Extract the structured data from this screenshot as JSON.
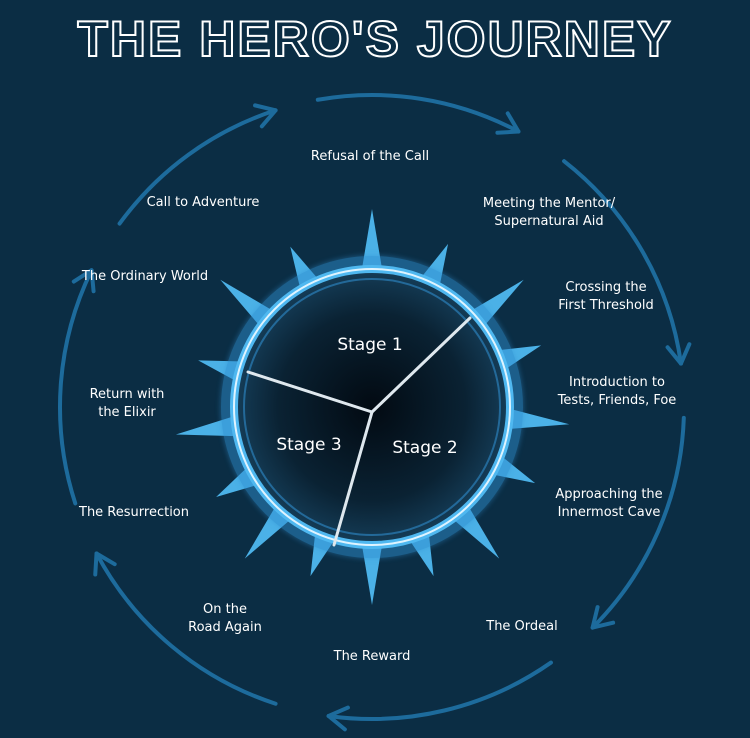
{
  "title": "THE HERO'S JOURNEY",
  "stages": [
    "Stage 1",
    "Stage 2",
    "Stage 3"
  ],
  "steps": [
    "Refusal of the Call",
    "Meeting the Mentor/\nSupernatural Aid",
    "Crossing the\nFirst Threshold",
    "Introduction to\nTests, Friends, Foe",
    "Approaching the\nInnermost Cave",
    "The Ordeal",
    "The Reward",
    "On the\nRoad Again",
    "The Resurrection",
    "Return with\nthe Elixir",
    "The Ordinary World",
    "Call to Adventure"
  ],
  "colors": {
    "background": "#0b2d44",
    "ring": "#4fb8f0",
    "arrows": "#1d6b9c",
    "text": "#ffffff"
  }
}
